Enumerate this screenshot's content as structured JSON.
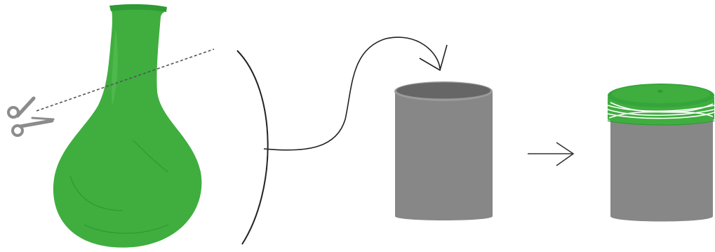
{
  "diagram": {
    "type": "illustration",
    "steps": [
      {
        "step": 1,
        "subject": "balloon",
        "action": "cut-neck",
        "cut_line": "dashed"
      },
      {
        "step": 2,
        "subject": "can",
        "action": "place-balloon-over-opening"
      },
      {
        "step": 3,
        "subject": "covered-can",
        "action": "secure-with-rubber-bands"
      }
    ],
    "icons": [
      "scissors-icon",
      "curved-arrow-icon",
      "right-arrow-icon",
      "bracket-icon"
    ]
  },
  "colors": {
    "balloon": "#3fae3f",
    "balloon_dark": "#2e9a34",
    "balloon_light": "#5cc15a",
    "can_body": "#878787",
    "can_top": "#666666",
    "can_rim": "#9a9a9a",
    "scissors": "#8c8c8c",
    "line": "#222222",
    "rubber_band": "#ffffff"
  }
}
